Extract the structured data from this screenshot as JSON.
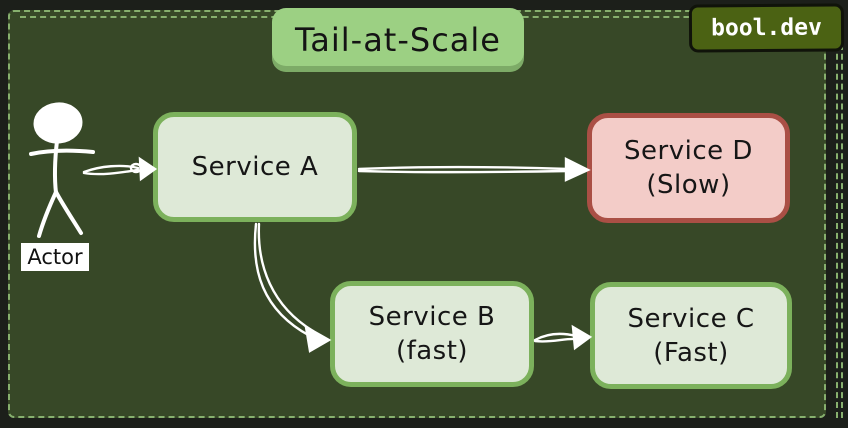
{
  "diagram": {
    "title": "Tail-at-Scale",
    "watermark": "bool.dev"
  },
  "actor": {
    "label": "Actor"
  },
  "nodes": {
    "a": {
      "label": "Service A",
      "sublabel": "",
      "status": "normal"
    },
    "d": {
      "label": "Service D",
      "sublabel": "(Slow)",
      "status": "slow"
    },
    "b": {
      "label": "Service B",
      "sublabel": "(fast)",
      "status": "fast"
    },
    "c": {
      "label": "Service C",
      "sublabel": "(Fast)",
      "status": "fast"
    }
  },
  "edges": [
    {
      "from": "Actor",
      "to": "Service A"
    },
    {
      "from": "Service A",
      "to": "Service D"
    },
    {
      "from": "Service A",
      "to": "Service B"
    },
    {
      "from": "Service B",
      "to": "Service C"
    }
  ],
  "colors": {
    "background": "#1c1f1a",
    "panel": "#374827",
    "dashed_border": "#87b06e",
    "title_fill": "#9cd083",
    "node_green_fill": "#dee9d7",
    "node_green_border": "#7cb15c",
    "node_red_fill": "#f3ccc8",
    "node_red_border": "#aa4f45",
    "watermark_fill": "#4b6213",
    "arrow": "#ffffff"
  }
}
